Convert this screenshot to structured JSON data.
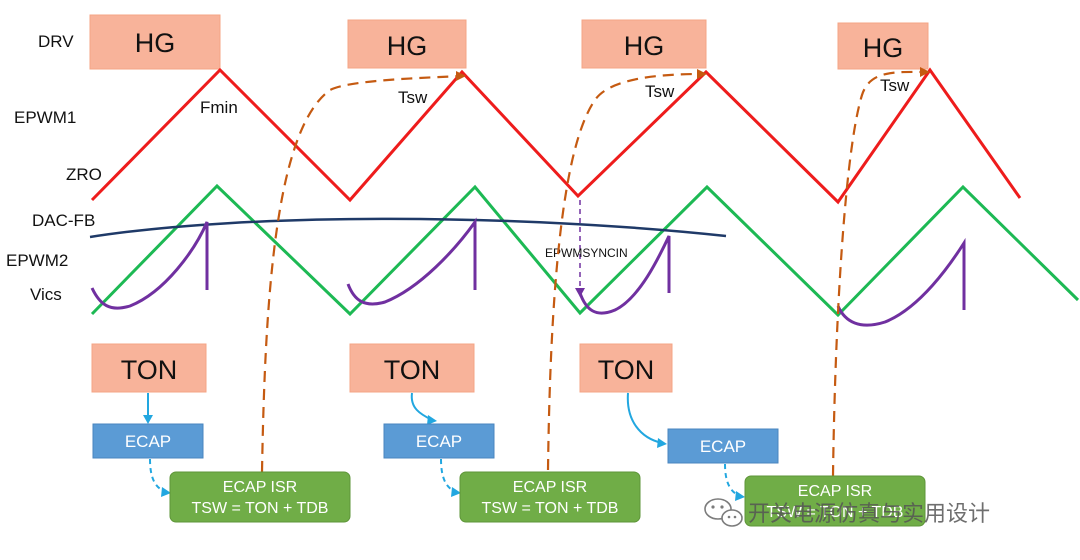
{
  "labels": {
    "drv": "DRV",
    "epwm1": "EPWM1",
    "zro": "ZRO",
    "dacfb": "DAC-FB",
    "epwm2": "EPWM2",
    "vics": "Vics"
  },
  "annotations": {
    "fmin": "Fmin",
    "tsw": "Tsw",
    "syncin": "EPWMSYNCIN"
  },
  "hg_label": "HG",
  "ton_label": "TON",
  "ecap_label": "ECAP",
  "isr_line1": "ECAP ISR",
  "isr_line2": "TSW = TON + TDB",
  "watermark": "开关电源仿真与实用设计",
  "colors": {
    "epwm1": "#ee1c1c",
    "epwm2": "#1db954",
    "dacfb": "#1f3a68",
    "vics": "#7030a0",
    "dashed": "#c55a11",
    "syncin": "#7030a0",
    "arrow": "#22a7e0",
    "hg_fill": "#f8b39a",
    "ton_fill": "#f8b39a",
    "ecap_fill": "#5b9bd5",
    "isr_fill": "#70ad47"
  }
}
